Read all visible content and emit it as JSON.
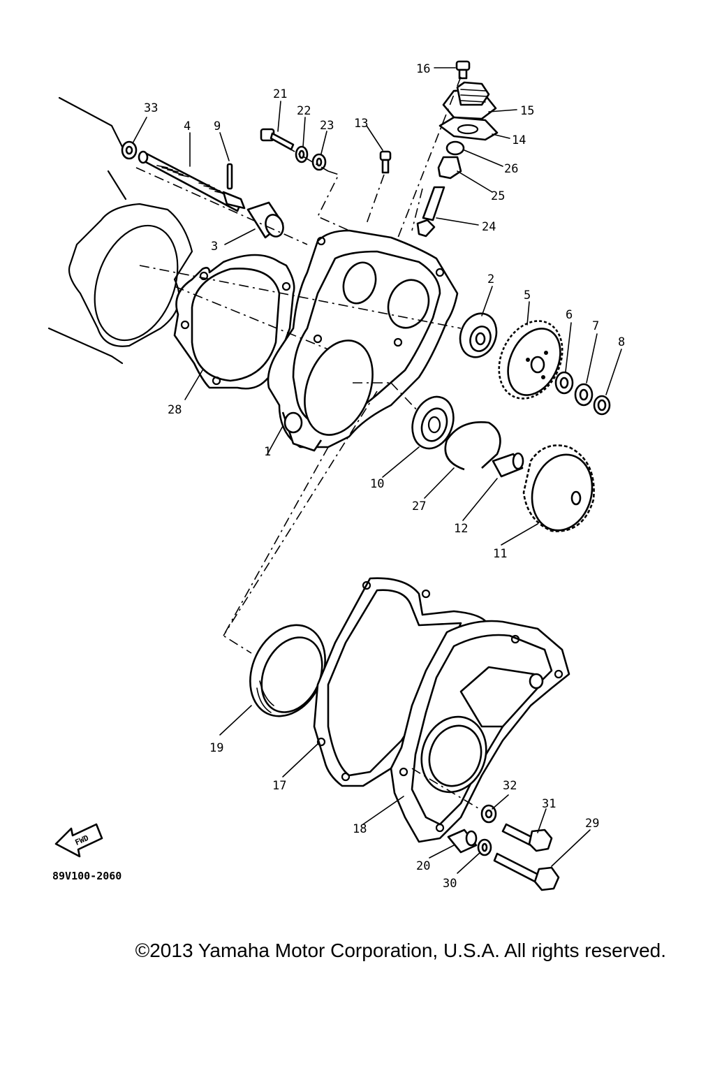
{
  "diagram": {
    "catalog_code": "89V100-2060",
    "fwd_badge": "FWD",
    "copyright": "©2013 Yamaha Motor Corporation, U.S.A. All rights reserved.",
    "callouts": [
      "1",
      "2",
      "3",
      "4",
      "5",
      "6",
      "7",
      "8",
      "9",
      "10",
      "11",
      "12",
      "13",
      "14",
      "15",
      "16",
      "17",
      "18",
      "19",
      "20",
      "21",
      "22",
      "23",
      "24",
      "25",
      "26",
      "27",
      "28",
      "29",
      "30",
      "31",
      "32",
      "33"
    ]
  }
}
